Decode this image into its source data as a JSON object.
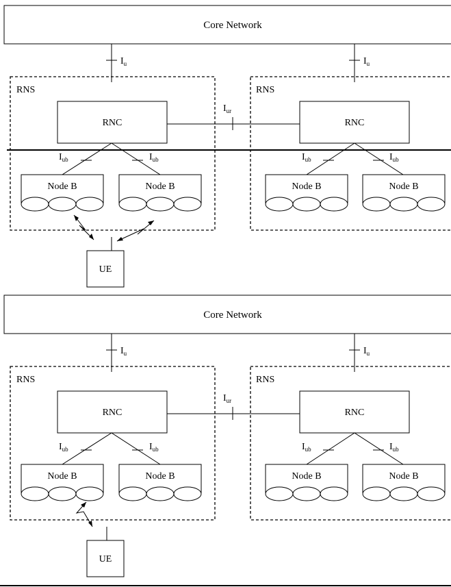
{
  "diagrams": [
    {
      "core_label": "Core Network",
      "rns_label": "RNS",
      "rnc_label": "RNC",
      "node_label": "Node B",
      "ue_label": "UE",
      "iu_main": "I",
      "iu_sub": "u",
      "iur_main": "I",
      "iur_sub": "ur",
      "iub_main": "I",
      "iub_sub": "ub"
    },
    {
      "core_label": "Core Network",
      "rns_label": "RNS",
      "rnc_label": "RNC",
      "node_label": "Node B",
      "ue_label": "UE",
      "iu_main": "I",
      "iu_sub": "u",
      "iur_main": "I",
      "iur_sub": "ur",
      "iub_main": "I",
      "iub_sub": "ub"
    }
  ]
}
